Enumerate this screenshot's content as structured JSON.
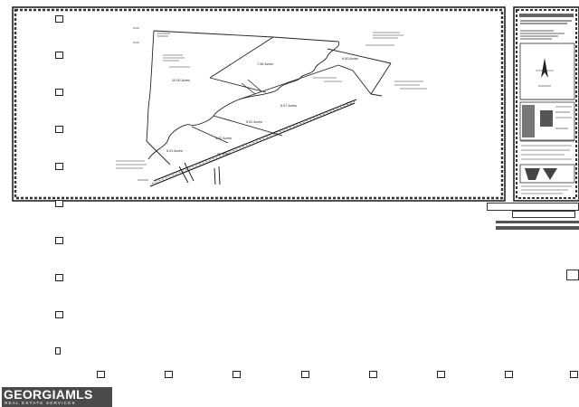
{
  "plat": {
    "tract_labels": [
      "7.36 Acres",
      "6.00 Acres",
      "10.00 Acres",
      "5.07 Acres",
      "5.51 Acres",
      "5.02 Acres",
      "5.01 Acres"
    ]
  },
  "watermark": {
    "main": "GEORGIAMLS",
    "sub": "REAL ESTATE SERVICES"
  }
}
